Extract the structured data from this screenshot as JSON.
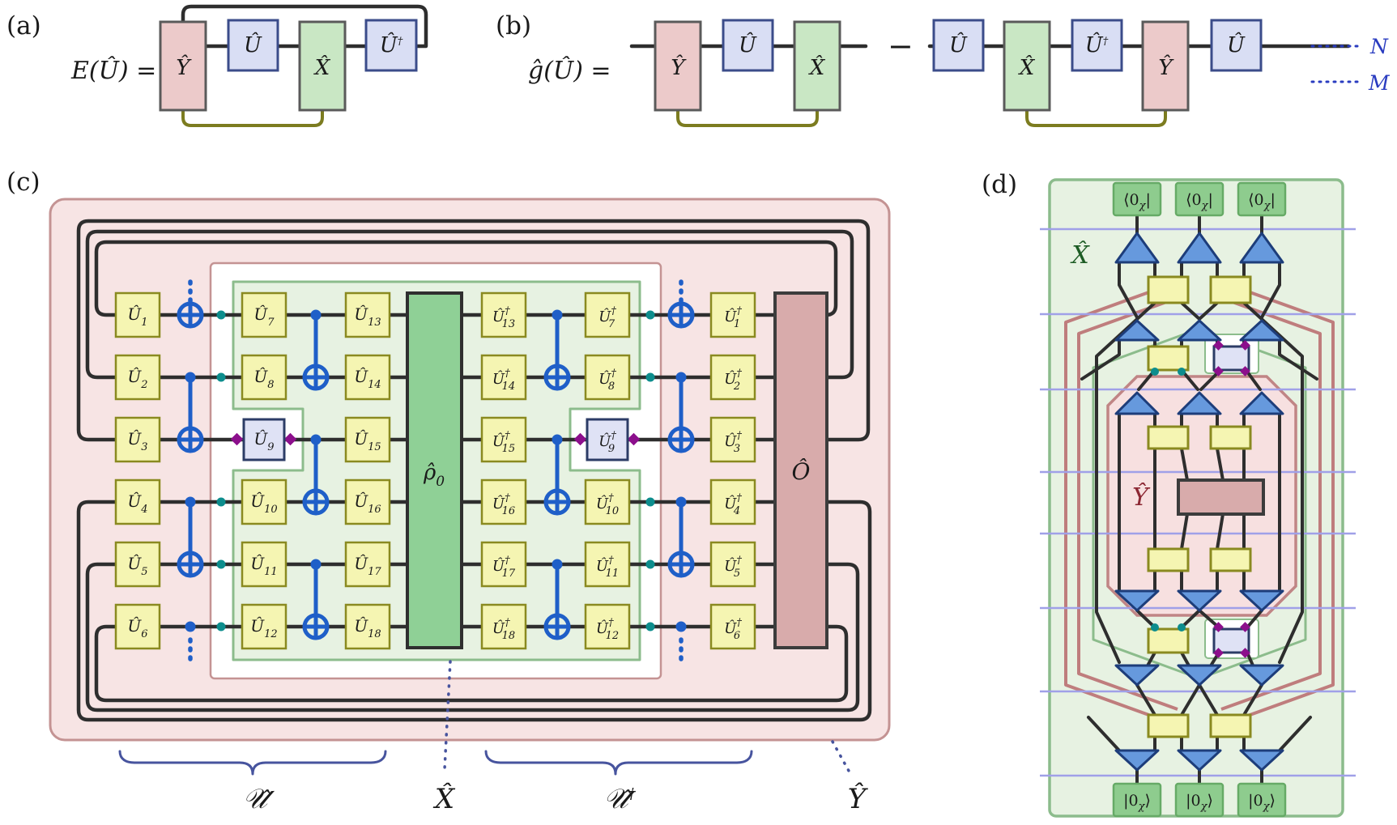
{
  "panel_a": {
    "tag": "(a)",
    "formula": "E(Û) =",
    "gate_y": "Ŷ",
    "gate_u": "Û",
    "gate_x": "X̂",
    "gate_ud_base": "Û",
    "gate_ud_sup": "†"
  },
  "panel_b": {
    "tag": "(b)",
    "formula": "ĝ(Û) =",
    "minus": "−",
    "t1_y": "Ŷ",
    "t1_u": "Û",
    "t1_x": "X̂",
    "t2_u1": "Û",
    "t2_x": "X̂",
    "t2_ud_base": "Û",
    "t2_ud_sup": "†",
    "t2_y": "Ŷ",
    "t2_u2": "Û",
    "legend_n": "N",
    "legend_m": "M"
  },
  "panel_c": {
    "tag": "(c)",
    "rho_base": "ρ̂",
    "rho_sub": "0",
    "obs": "Ô",
    "u": [
      {
        "b": "Û",
        "s": "1"
      },
      {
        "b": "Û",
        "s": "2"
      },
      {
        "b": "Û",
        "s": "3"
      },
      {
        "b": "Û",
        "s": "4"
      },
      {
        "b": "Û",
        "s": "5"
      },
      {
        "b": "Û",
        "s": "6"
      },
      {
        "b": "Û",
        "s": "7"
      },
      {
        "b": "Û",
        "s": "8"
      },
      {
        "b": "Û",
        "s": "9"
      },
      {
        "b": "Û",
        "s": "10"
      },
      {
        "b": "Û",
        "s": "11"
      },
      {
        "b": "Û",
        "s": "12"
      },
      {
        "b": "Û",
        "s": "13"
      },
      {
        "b": "Û",
        "s": "14"
      },
      {
        "b": "Û",
        "s": "15"
      },
      {
        "b": "Û",
        "s": "16"
      },
      {
        "b": "Û",
        "s": "17"
      },
      {
        "b": "Û",
        "s": "18"
      }
    ],
    "ud": [
      {
        "b": "Û",
        "p": "†",
        "s": "13"
      },
      {
        "b": "Û",
        "p": "†",
        "s": "14"
      },
      {
        "b": "Û",
        "p": "†",
        "s": "15"
      },
      {
        "b": "Û",
        "p": "†",
        "s": "16"
      },
      {
        "b": "Û",
        "p": "†",
        "s": "17"
      },
      {
        "b": "Û",
        "p": "†",
        "s": "18"
      },
      {
        "b": "Û",
        "p": "†",
        "s": "7"
      },
      {
        "b": "Û",
        "p": "†",
        "s": "8"
      },
      {
        "b": "Û",
        "p": "†",
        "s": "9"
      },
      {
        "b": "Û",
        "p": "†",
        "s": "10"
      },
      {
        "b": "Û",
        "p": "†",
        "s": "11"
      },
      {
        "b": "Û",
        "p": "†",
        "s": "12"
      },
      {
        "b": "Û",
        "p": "†",
        "s": "1"
      },
      {
        "b": "Û",
        "p": "†",
        "s": "2"
      },
      {
        "b": "Û",
        "p": "†",
        "s": "3"
      },
      {
        "b": "Û",
        "p": "†",
        "s": "4"
      },
      {
        "b": "Û",
        "p": "†",
        "s": "5"
      },
      {
        "b": "Û",
        "p": "†",
        "s": "6"
      }
    ],
    "brace_u": "𝒰̂",
    "label_x": "X̂",
    "brace_ud_base": "𝒰̂",
    "brace_ud_sup": "†",
    "label_y": "Ŷ"
  },
  "panel_d": {
    "tag": "(d)",
    "x_label": "X̂",
    "y_label": "Ŷ",
    "bra_pre": "⟨0",
    "chi": "χ",
    "bra_post": "|",
    "ket_pre": "|0",
    "ket_post": "⟩"
  },
  "colors": {
    "pink_region": "#f7e4e4",
    "pink_border": "#c49393",
    "green_region": "#e7f2e2",
    "green_border": "#8cbc8c",
    "rho_box": "#8fd096",
    "obs_box": "#d8abab",
    "yellow_gate": "#f5f5b2",
    "yellow_border": "#8a8a20",
    "lavender_gate": "#dfe2f5",
    "lavender_border": "#3b4c8a",
    "cnot_blue": "#1f5fc8",
    "teal_dot": "#0d8d8d",
    "purple_diamond": "#8c0f8c",
    "olive_loop": "#7c7c20",
    "periwinkle": "#a0a0e8",
    "red_weave": "#bf7d7d",
    "wire": "#2e2e2e",
    "brace_blue": "#47549e",
    "nm_blue": "#2a3cc0",
    "label_green": "#1d5c24",
    "label_red": "#8c2733"
  }
}
